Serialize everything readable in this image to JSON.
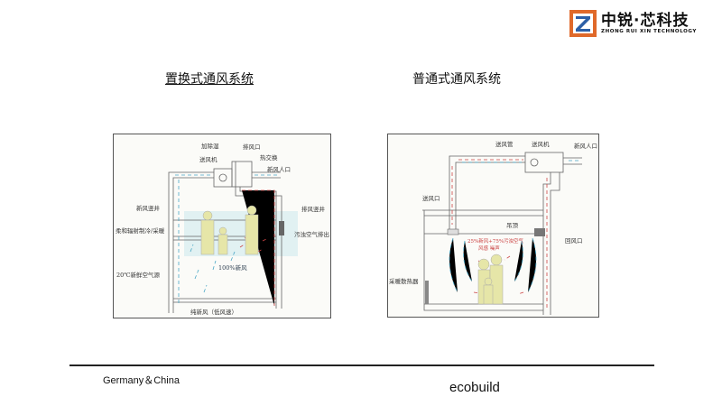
{
  "logo": {
    "cn": "中锐·芯科技",
    "en": "ZHONG RUI XIN TECHNOLOGY",
    "colors": {
      "orange": "#e0692a",
      "blue": "#2d5fa6"
    }
  },
  "titles": {
    "left": "置换式通风系统",
    "right": "普通式通风系统"
  },
  "left_diagram": {
    "labels": {
      "humidify": "加除湿",
      "exhaust_port": "排风口",
      "fan": "送风机",
      "heat_exchange": "热交换",
      "fresh_inlet": "新风人口",
      "fresh_shaft": "新风竖井",
      "exhaust_shaft": "排风竖井",
      "radiant": "柔和辐射制冷/采暖",
      "dirty_out": "污浊空气排出",
      "fresh100": "100%新风",
      "source": "20℃新鲜空气源",
      "pure": "纯新风（低风速）"
    }
  },
  "right_diagram": {
    "labels": {
      "duct": "送风管",
      "fan": "送风机",
      "fresh_inlet": "新风人口",
      "supply_port": "送风口",
      "ceiling": "吊顶",
      "return_port": "回风口",
      "mix": "25%新风+75%污浊空气",
      "noise": "风感 噪声",
      "radiator": "采暖散热器"
    }
  },
  "footer": {
    "left": "Germany＆China",
    "right": "ecobuild"
  }
}
